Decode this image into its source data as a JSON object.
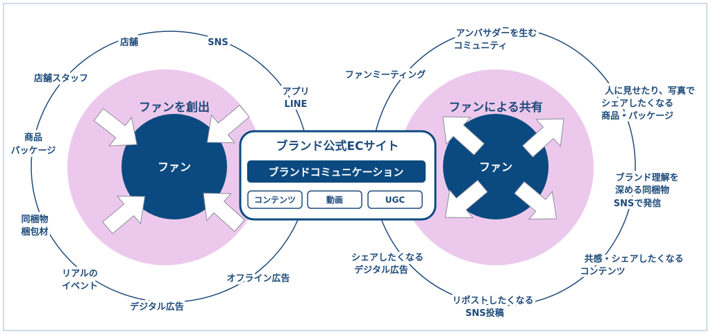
{
  "colors": {
    "navy": "#0b4a80",
    "text": "#1d4a7a",
    "pink": "#ecc9ec",
    "frame": "#9fb8cc"
  },
  "left": {
    "title": "ファンを創出",
    "core": "ファン",
    "labels": {
      "store": "店舗",
      "sns": "SNS",
      "store_staff": "店舗スタッフ",
      "app_1": "アプリ",
      "app_2": "LINE",
      "product_1": "商品",
      "product_2": "パッケージ",
      "enclosure_1": "同梱物",
      "enclosure_2": "梱包材",
      "event_1": "リアルの",
      "event_2": "イベント",
      "digital_ad": "デジタル広告",
      "offline_ad": "オフライン広告"
    }
  },
  "center": {
    "title": "ブランド公式ECサイト",
    "banner": "ブランドコミュニケーション",
    "chips": [
      "コンテンツ",
      "動画",
      "UGC"
    ]
  },
  "right": {
    "title": "ファンによる共有",
    "core": "ファン",
    "labels": {
      "fan_meeting": "ファンミーティング",
      "ambassador_1": "アンバサダーを生む",
      "ambassador_2": "コミュニティ",
      "show_1": "人に見せたり、写真で",
      "show_2": "シェアしたくなる",
      "show_3": "商品・パッケージ",
      "understand_1": "ブランド理解を",
      "understand_2": "深める同梱物",
      "understand_3": "SNSで発信",
      "empathy_1": "共感・シェアしたくなる",
      "empathy_2": "コンテンツ",
      "repost_1": "リポストしたくなる",
      "repost_2": "SNS投稿",
      "share_ad_1": "シェアしたくなる",
      "share_ad_2": "デジタル広告"
    }
  }
}
